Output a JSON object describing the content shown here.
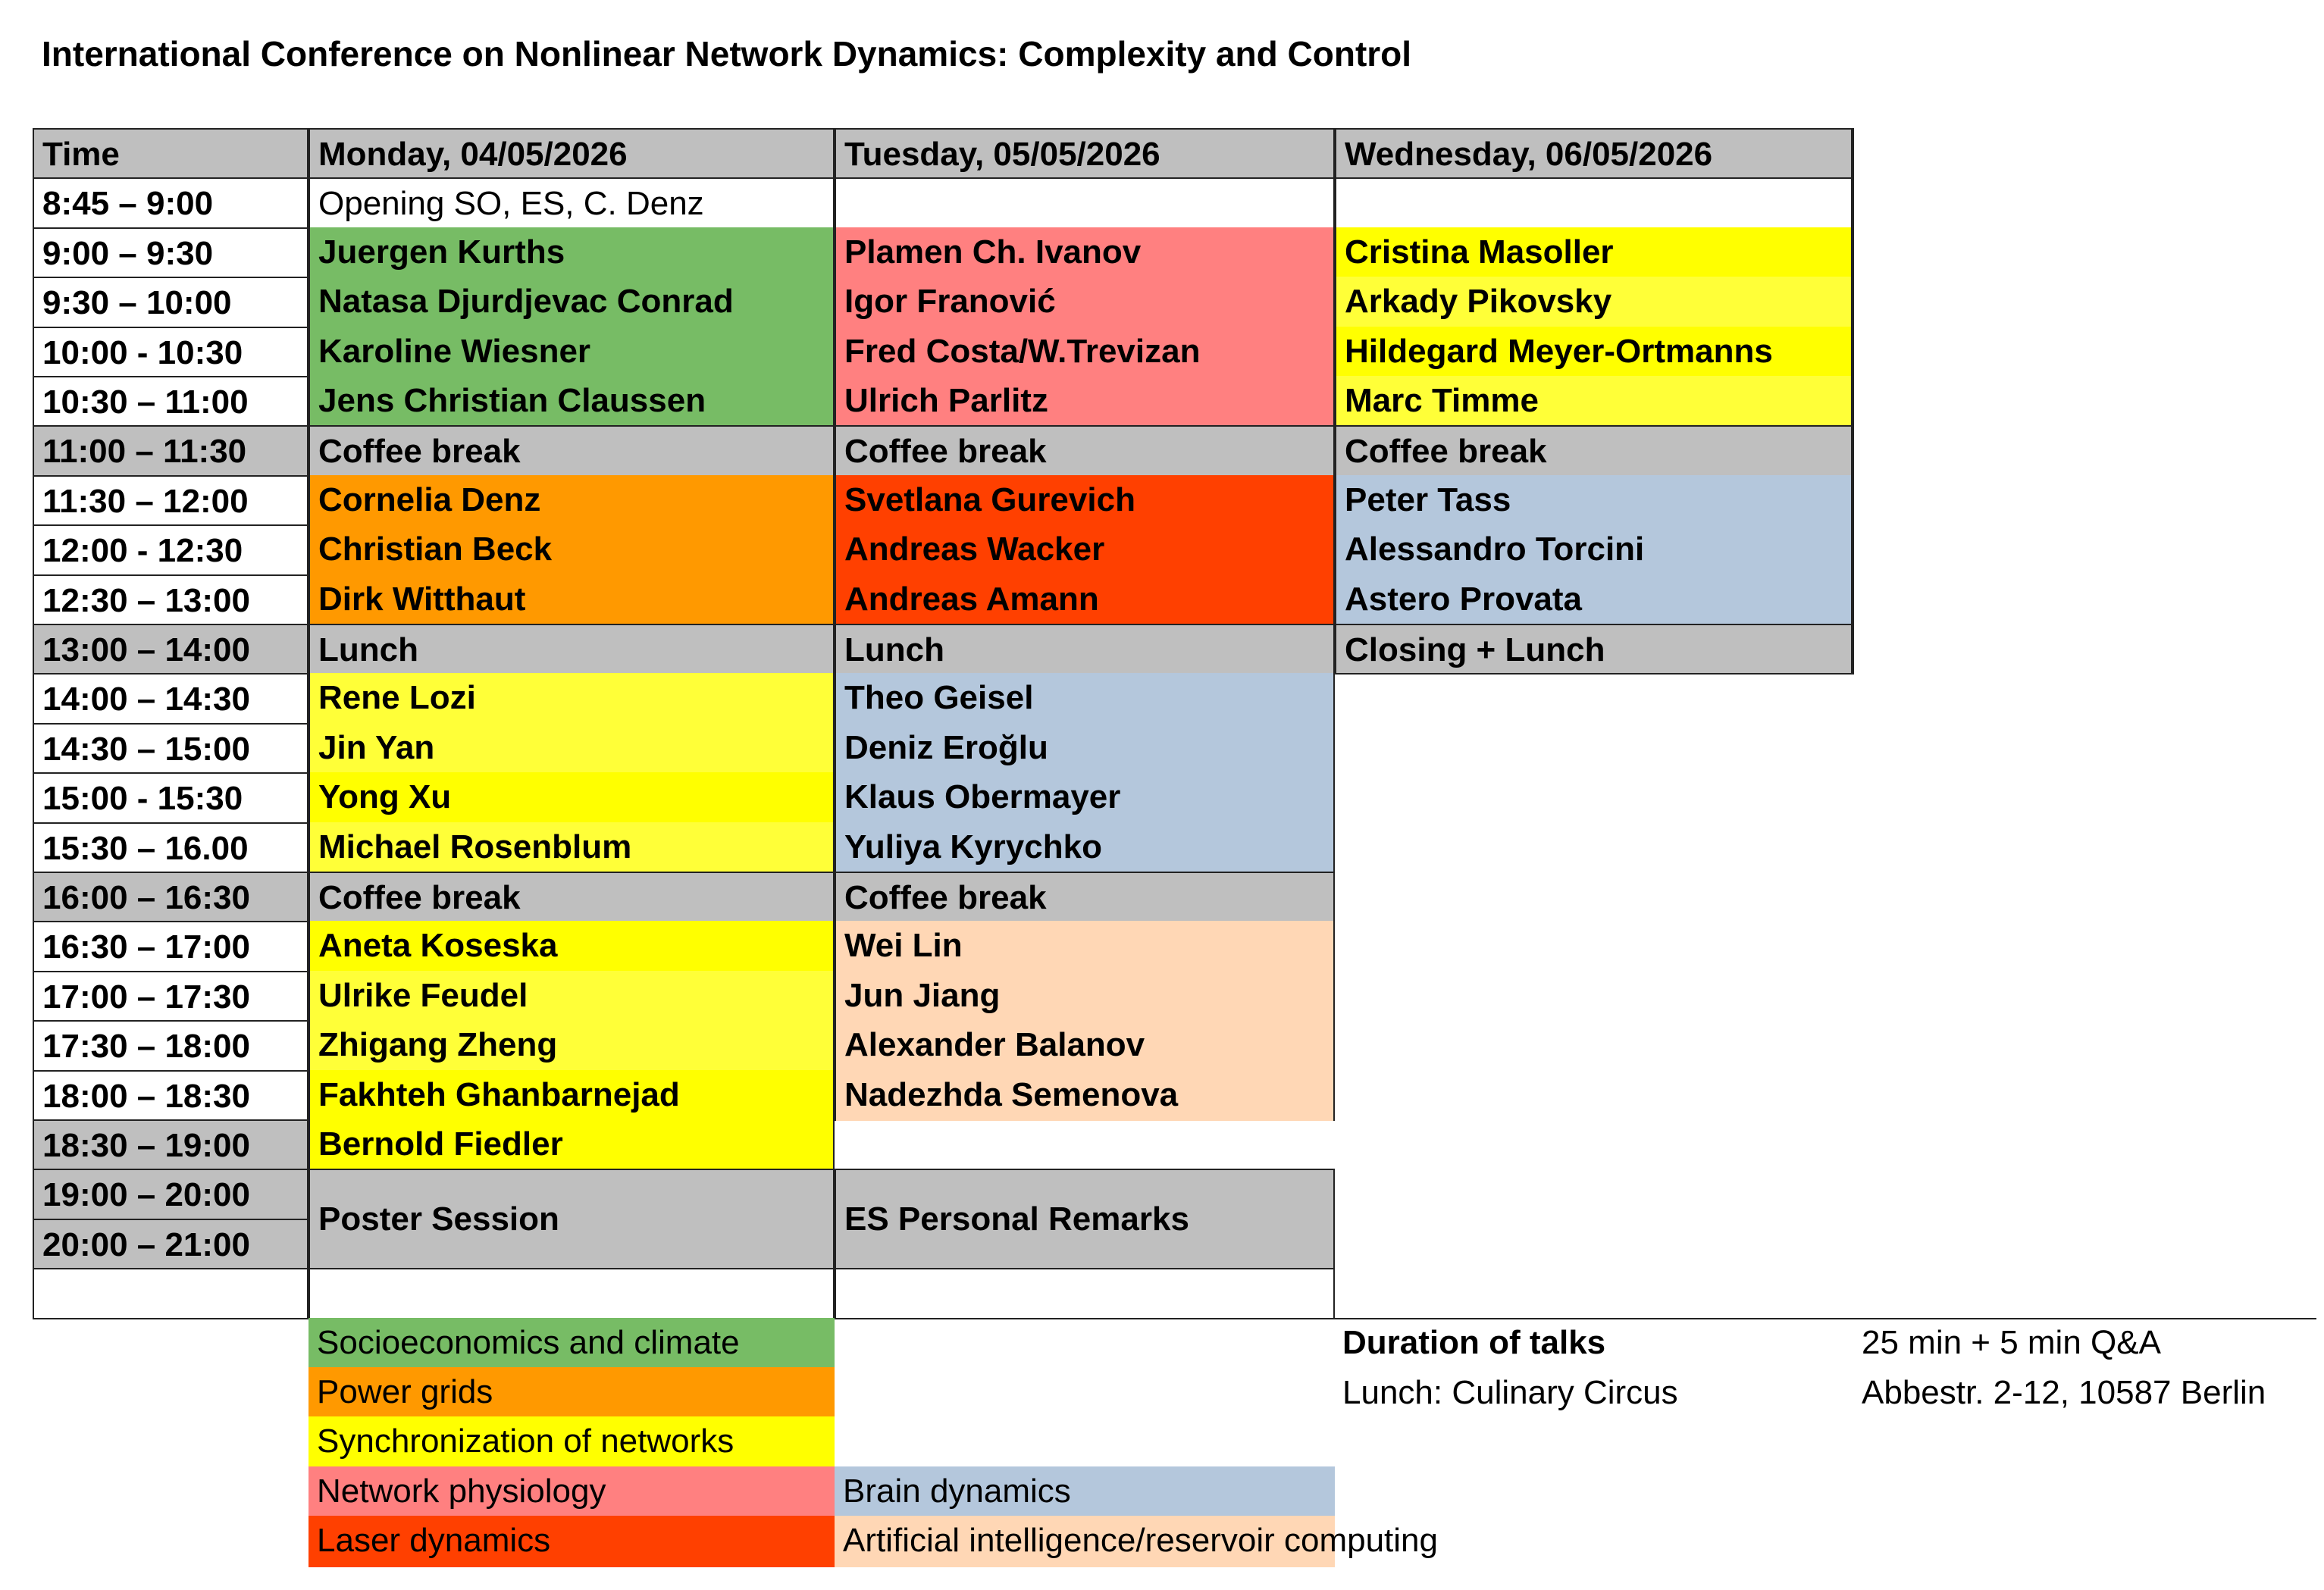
{
  "title": "International Conference on Nonlinear Network Dynamics: Complexity and Control",
  "colors": {
    "grey": "#bfbfbf",
    "white": "#ffffff",
    "socio": "#77bc65",
    "power": "#ff9900",
    "sync": "#ffff00",
    "sync_light": "#ffff38",
    "physio": "#ff8080",
    "laser": "#ff4000",
    "brain": "#b4c7dc",
    "ai": "#ffd7b5"
  },
  "header": {
    "time": "Time",
    "mon": "Monday, 04/05/2026",
    "tue": "Tuesday, 05/05/2026",
    "wed": "Wednesday, 06/05/2026"
  },
  "schedule": {
    "rows": [
      {
        "time": "8:45 – 9:00",
        "grey": false,
        "mon": {
          "text": "Opening SO, ES, C. Denz",
          "bg": "white",
          "normal": true
        },
        "tue": {
          "text": "",
          "bg": "white"
        },
        "wed": {
          "text": "",
          "bg": "white"
        }
      },
      {
        "time": "9:00 – 9:30",
        "grey": false,
        "mon": {
          "text": "Juergen Kurths",
          "bg": "socio"
        },
        "tue": {
          "text": "Plamen Ch. Ivanov",
          "bg": "physio"
        },
        "wed": {
          "text": "Cristina Masoller",
          "bg": "sync"
        }
      },
      {
        "time": "9:30 – 10:00",
        "grey": false,
        "mon": {
          "text": "Natasa Djurdjevac Conrad",
          "bg": "socio"
        },
        "tue": {
          "text": "Igor Franović",
          "bg": "physio"
        },
        "wed": {
          "text": "Arkady Pikovsky",
          "bg": "sync_light"
        }
      },
      {
        "time": "10:00 - 10:30",
        "grey": false,
        "mon": {
          "text": "Karoline Wiesner",
          "bg": "socio"
        },
        "tue": {
          "text": "Fred Costa/W.Trevizan",
          "bg": "physio"
        },
        "wed": {
          "text": "Hildegard Meyer-Ortmanns",
          "bg": "sync"
        }
      },
      {
        "time": "10:30 – 11:00",
        "grey": false,
        "mon": {
          "text": "Jens Christian Claussen",
          "bg": "socio"
        },
        "tue": {
          "text": "Ulrich Parlitz",
          "bg": "physio"
        },
        "wed": {
          "text": "Marc Timme",
          "bg": "sync_light"
        }
      },
      {
        "time": "11:00 – 11:30",
        "grey": true,
        "mon": {
          "text": "Coffee break",
          "bg": "grey"
        },
        "tue": {
          "text": "Coffee break",
          "bg": "grey"
        },
        "wed": {
          "text": "Coffee break",
          "bg": "grey"
        }
      },
      {
        "time": "11:30 – 12:00",
        "grey": false,
        "mon": {
          "text": "Cornelia Denz",
          "bg": "power"
        },
        "tue": {
          "text": "Svetlana Gurevich",
          "bg": "laser"
        },
        "wed": {
          "text": "Peter Tass",
          "bg": "brain"
        }
      },
      {
        "time": "12:00 - 12:30",
        "grey": false,
        "mon": {
          "text": "Christian Beck",
          "bg": "power"
        },
        "tue": {
          "text": "Andreas Wacker",
          "bg": "laser"
        },
        "wed": {
          "text": "Alessandro Torcini",
          "bg": "brain"
        }
      },
      {
        "time": "12:30 – 13:00",
        "grey": false,
        "mon": {
          "text": "Dirk Witthaut",
          "bg": "power"
        },
        "tue": {
          "text": "Andreas Amann",
          "bg": "laser"
        },
        "wed": {
          "text": "Astero Provata",
          "bg": "brain"
        }
      },
      {
        "time": "13:00 – 14:00",
        "grey": true,
        "mon": {
          "text": "Lunch",
          "bg": "grey"
        },
        "tue": {
          "text": "Lunch",
          "bg": "grey"
        },
        "wed": {
          "text": "Closing + Lunch",
          "bg": "grey"
        }
      },
      {
        "time": "14:00 – 14:30",
        "grey": false,
        "mon": {
          "text": "Rene Lozi",
          "bg": "sync_light"
        },
        "tue": {
          "text": "Theo Geisel",
          "bg": "brain"
        }
      },
      {
        "time": "14:30 – 15:00",
        "grey": false,
        "mon": {
          "text": "Jin Yan",
          "bg": "sync_light"
        },
        "tue": {
          "text": "Deniz Eroğlu",
          "bg": "brain"
        }
      },
      {
        "time": "15:00 - 15:30",
        "grey": false,
        "mon": {
          "text": "Yong Xu",
          "bg": "sync"
        },
        "tue": {
          "text": "Klaus Obermayer",
          "bg": "brain"
        }
      },
      {
        "time": "15:30 – 16.00",
        "grey": false,
        "mon": {
          "text": "Michael Rosenblum",
          "bg": "sync_light"
        },
        "tue": {
          "text": "Yuliya Kyrychko",
          "bg": "brain"
        }
      },
      {
        "time": "16:00 – 16:30",
        "grey": true,
        "mon": {
          "text": "Coffee break",
          "bg": "grey"
        },
        "tue": {
          "text": "Coffee break",
          "bg": "grey"
        }
      },
      {
        "time": "16:30 – 17:00",
        "grey": false,
        "mon": {
          "text": "Aneta Koseska",
          "bg": "sync"
        },
        "tue": {
          "text": "Wei Lin",
          "bg": "ai"
        }
      },
      {
        "time": "17:00 – 17:30",
        "grey": false,
        "mon": {
          "text": "Ulrike Feudel",
          "bg": "sync_light"
        },
        "tue": {
          "text": "Jun Jiang",
          "bg": "ai"
        }
      },
      {
        "time": "17:30 – 18:00",
        "grey": false,
        "mon": {
          "text": "Zhigang Zheng",
          "bg": "sync_light"
        },
        "tue": {
          "text": "Alexander Balanov",
          "bg": "ai"
        }
      },
      {
        "time": "18:00 – 18:30",
        "grey": false,
        "mon": {
          "text": "Fakhteh Ghanbarnejad",
          "bg": "sync"
        },
        "tue": {
          "text": "Nadezhda Semenova",
          "bg": "ai"
        }
      },
      {
        "time": "18:30 – 19:00",
        "grey": true,
        "mon": {
          "text": "Bernold Fiedler",
          "bg": "sync"
        }
      },
      {
        "time": "19:00 – 20:00",
        "grey": true,
        "mon": {
          "text": "Poster Session",
          "bg": "grey",
          "span": 2
        },
        "tue": {
          "text": "ES Personal Remarks",
          "bg": "grey",
          "span": 2
        }
      },
      {
        "time": "20:00 – 21:00",
        "grey": true
      },
      {
        "time": "",
        "grey": false,
        "mon": {
          "text": "",
          "bg": "white"
        },
        "tue": {
          "text": "",
          "bg": "white"
        }
      }
    ]
  },
  "legend": [
    {
      "label": "Socioeconomics and climate",
      "bg": "socio",
      "col": "mon",
      "row": 0
    },
    {
      "label": "Power grids",
      "bg": "power",
      "col": "mon",
      "row": 1
    },
    {
      "label": "Synchronization of networks",
      "bg": "sync",
      "col": "mon",
      "row": 2
    },
    {
      "label": "Network physiology",
      "bg": "physio",
      "col": "mon",
      "row": 3
    },
    {
      "label": "Laser dynamics",
      "bg": "laser",
      "col": "mon",
      "row": 4
    },
    {
      "label": "Brain dynamics",
      "bg": "brain",
      "col": "tue",
      "row": 3
    },
    {
      "label": "Artificial intelligence/reservoir computing",
      "bg": "ai",
      "col": "tue",
      "row": 4
    }
  ],
  "notes": {
    "duration_label": "Duration of talks",
    "duration_value": "25 min + 5 min Q&A",
    "lunch_label": "Lunch: Culinary Circus",
    "lunch_address": "Abbestr. 2-12, 10587 Berlin"
  }
}
